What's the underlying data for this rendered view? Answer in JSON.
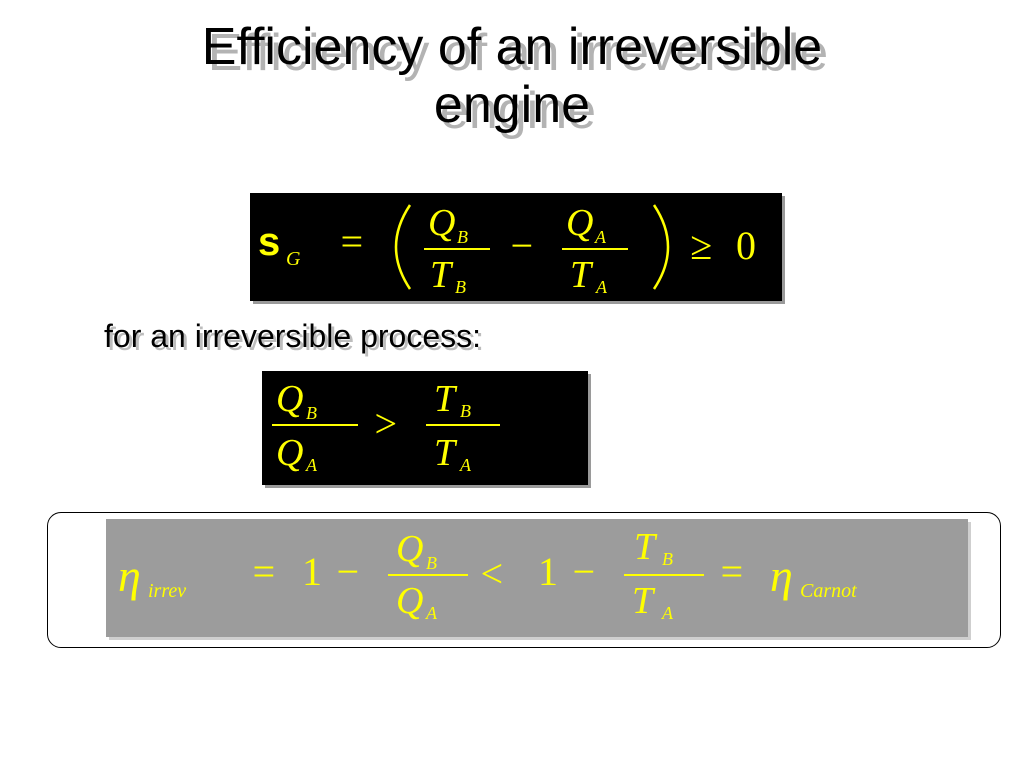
{
  "slide": {
    "title_line1": "Efficiency of an irreversible",
    "title_line2": "engine",
    "subheading": "for an irreversible process:"
  },
  "equations": {
    "entropy_generation": {
      "lhs_symbol": "s",
      "lhs_sub": "G",
      "equals": "=",
      "num1": "Q",
      "num1_sub": "B",
      "den1": "T",
      "den1_sub": "B",
      "minus": "−",
      "num2": "Q",
      "num2_sub": "A",
      "den2": "T",
      "den2_sub": "A",
      "relation": "≥",
      "rhs": "0"
    },
    "heat_ratio": {
      "num1": "Q",
      "num1_sub": "B",
      "den1": "Q",
      "den1_sub": "A",
      "relation": ">",
      "num2": "T",
      "num2_sub": "B",
      "den2": "T",
      "den2_sub": "A"
    },
    "efficiency": {
      "eta": "η",
      "eta_sub_left": "irrev",
      "equals": "=",
      "one": "1",
      "minus": "−",
      "q_num": "Q",
      "q_num_sub": "B",
      "q_den": "Q",
      "q_den_sub": "A",
      "less": "<",
      "t_num": "T",
      "t_num_sub": "B",
      "t_den": "T",
      "t_den_sub": "A",
      "eta_sub_right": "Carnot"
    }
  },
  "colors": {
    "equation_text": "#ffff00",
    "equation_bg_dark": "#000000",
    "equation_bg_grey": "#9c9c9c"
  }
}
